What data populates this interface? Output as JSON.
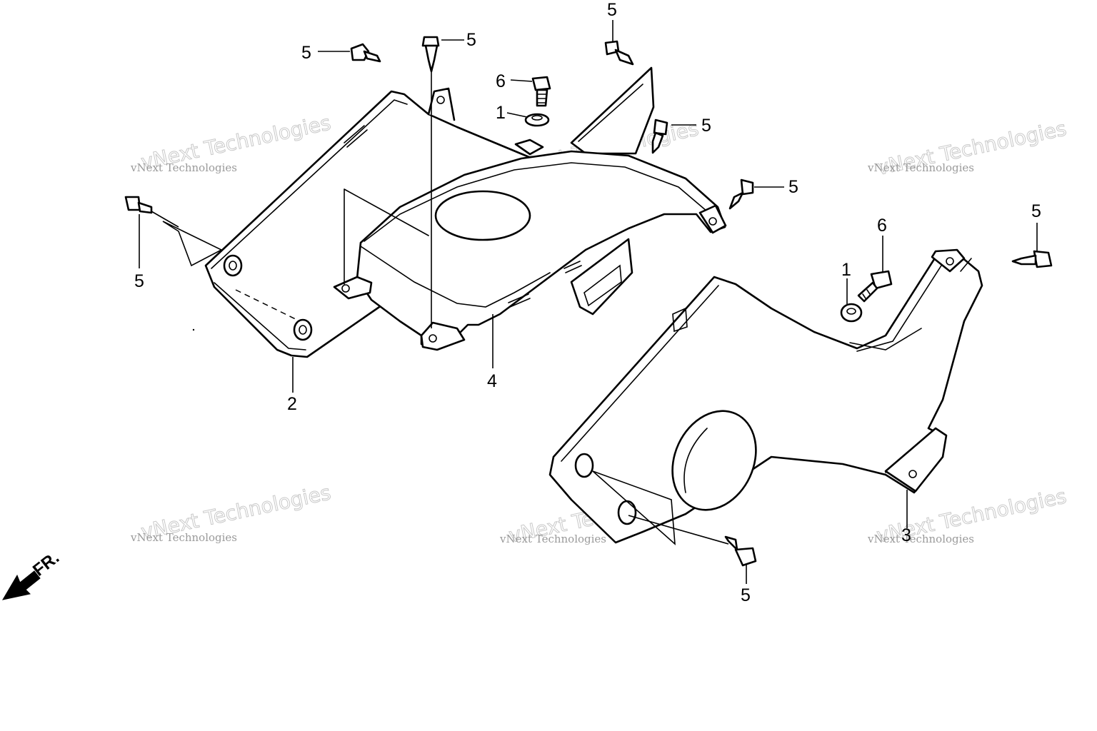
{
  "diagram": {
    "callouts": {
      "p1_a": "1",
      "p1_b": "1",
      "p2": "2",
      "p3": "3",
      "p4": "4",
      "p5_a": "5",
      "p5_b": "5",
      "p5_c": "5",
      "p5_d": "5",
      "p5_e": "5",
      "p5_f": "5",
      "p5_g": "5",
      "p5_h": "5",
      "p6_a": "6",
      "p6_b": "6"
    },
    "direction_label": "FR.",
    "watermark": {
      "large": "vNext Technologies",
      "small": "vNext Technologies"
    }
  },
  "colors": {
    "line": "#000000",
    "background": "#ffffff",
    "watermark": "#c9c9c9"
  },
  "icons": [
    "front-direction-arrow-icon",
    "clip-icon",
    "bolt-icon",
    "washer-icon"
  ]
}
